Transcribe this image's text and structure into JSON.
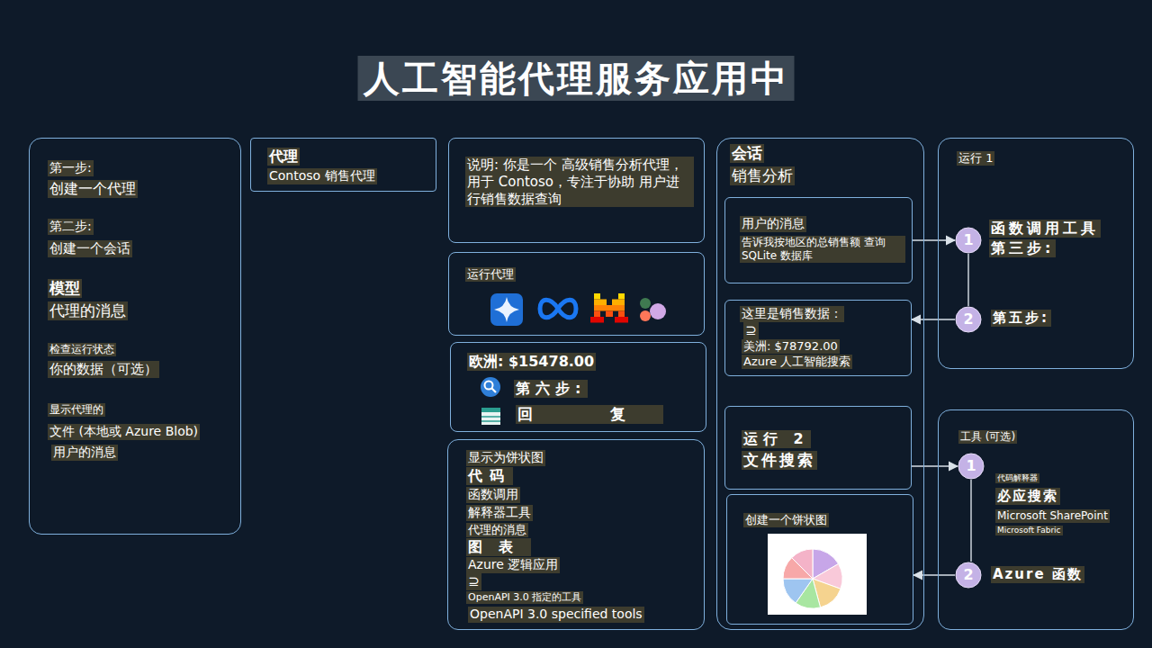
{
  "diagram": {
    "title": "人工智能代理服务应用中",
    "nodes": [
      {
        "text": [
          "第一步:",
          "创建一个代理",
          "第二步:",
          "创建一个会话",
          "模型",
          "代理的消息",
          "检查运行状态",
          "你的数据（可选）",
          "显示代理的",
          "文件 (本地或 Azure Blob)",
          "用户的消息"
        ]
      },
      {
        "text": [
          "代理",
          "Contoso 销售代理"
        ]
      },
      {
        "text": [
          "说明: 你是一个 高级销售分析代理，用于 Contoso，专注于协助 用户进行销售数据查询"
        ]
      },
      {
        "text": [
          "运行代理"
        ]
      },
      {
        "text": [
          "欧洲: $15478.00",
          "第六步:",
          "回 复"
        ]
      },
      {
        "text": [
          "显示为饼状图",
          "代码",
          "函数调用",
          "解释器工具",
          "代理的消息",
          "图表",
          "Azure 逻辑应用",
          "⊇",
          "OpenAPI 3.0 指定的工具",
          "OpenAPI 3.0 specified tools"
        ]
      },
      {
        "text": [
          "会话",
          "销售分析"
        ]
      },
      {
        "text": [
          "用户的消息",
          "告诉我按地区的总销售额 查询 SQLite 数据库"
        ],
        "in": 6
      },
      {
        "text": [
          "这里是销售数据：",
          "⊇",
          "美洲: $78792.00",
          "Azure 人工智能搜索"
        ],
        "in": 6
      },
      {
        "text": [
          "运行 2",
          "文件搜索"
        ],
        "in": 6
      },
      {
        "text": [
          "创建一个饼状图"
        ],
        "in": 6
      },
      {
        "text": [
          "运行 1"
        ]
      },
      {
        "text": [
          "1",
          "函数调用工具",
          "第三步:"
        ],
        "in": 11
      },
      {
        "text": [
          "2",
          "第五步:"
        ],
        "in": 11
      },
      {
        "text": [
          "工具 (可选)"
        ]
      },
      {
        "text": [
          "1",
          "代码解释器",
          "必应搜索",
          "Microsoft SharePoint",
          "Microsoft Fabric"
        ],
        "in": 14
      },
      {
        "text": [
          "2",
          "Azure 函数"
        ],
        "in": 14
      }
    ],
    "edges": [
      {
        "from": 7,
        "to": 12,
        "arrow": "to"
      },
      {
        "from": 13,
        "to": 8,
        "arrow": "to"
      },
      {
        "from": 12,
        "to": 13,
        "arrow": "none"
      },
      {
        "from": 9,
        "to": 15,
        "arrow": "to"
      },
      {
        "from": 16,
        "to": 10,
        "arrow": "to"
      },
      {
        "from": 15,
        "to": 16,
        "arrow": "none"
      }
    ]
  }
}
